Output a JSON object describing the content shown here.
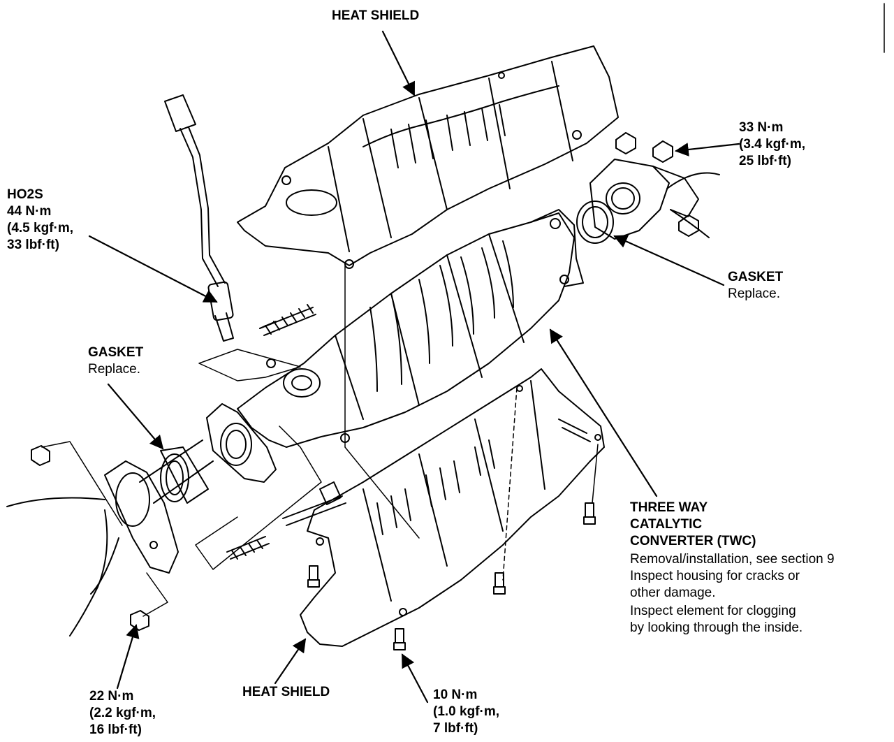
{
  "labels": {
    "heat_shield_top": "HEAT SHIELD",
    "torque_33": {
      "nm": "33 N·m",
      "kgf": "(3.4 kgf·m,",
      "lbf": "25 lbf·ft)"
    },
    "ho2s": {
      "name": "HO2S",
      "nm": "44 N·m",
      "kgf": "(4.5 kgf·m,",
      "lbf": "33 lbf·ft)"
    },
    "gasket_right": {
      "name": "GASKET",
      "note": "Replace."
    },
    "gasket_left": {
      "name": "GASKET",
      "note": "Replace."
    },
    "twc": {
      "line1": "THREE WAY",
      "line2": "CATALYTIC",
      "line3": "CONVERTER (TWC)",
      "notes": [
        "Removal/installation, see section 9",
        "Inspect housing for cracks or",
        "other damage.",
        "Inspect element for clogging",
        "by looking through the inside."
      ]
    },
    "torque_22": {
      "nm": "22 N·m",
      "kgf": "(2.2 kgf·m,",
      "lbf": "16 lbf·ft)"
    },
    "heat_shield_bottom": "HEAT SHIELD",
    "torque_10": {
      "nm": "10 N·m",
      "kgf": "(1.0 kgf·m,",
      "lbf": "7 lbf·ft)"
    }
  }
}
